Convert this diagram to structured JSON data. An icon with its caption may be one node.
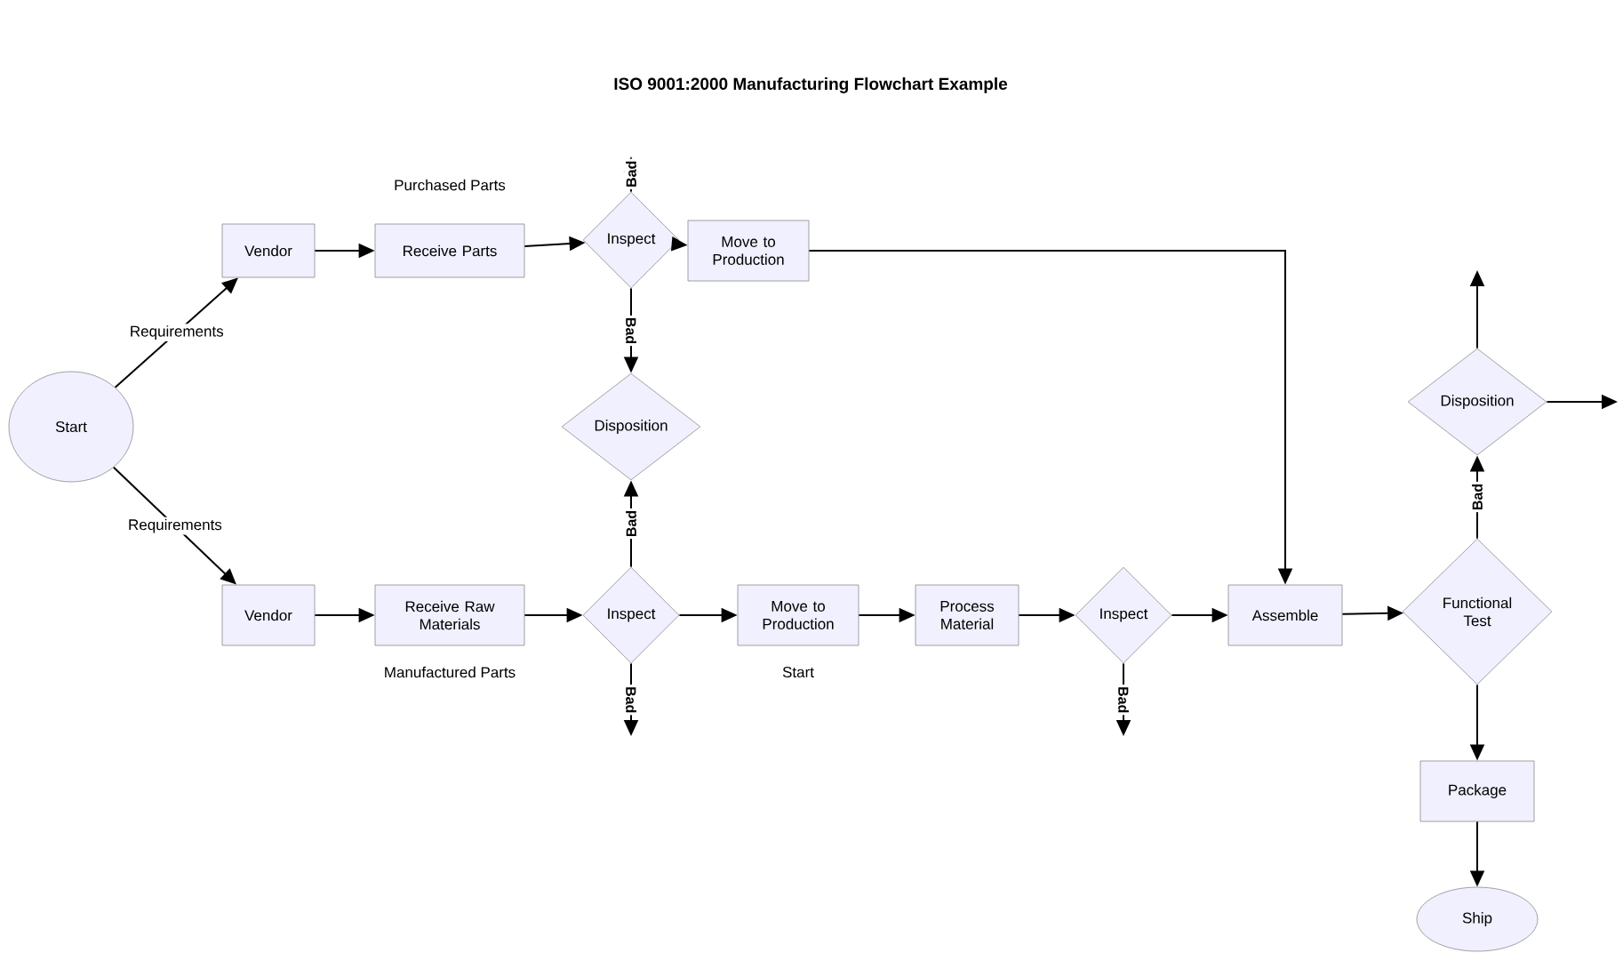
{
  "diagram": {
    "title": "ISO 9001:2000 Manufacturing Flowchart Example",
    "nodes": [
      {
        "text": [
          "Start"
        ]
      },
      {
        "text": [
          "Vendor"
        ]
      },
      {
        "text": [
          "Receive Parts"
        ],
        "beside": [
          "Purchased Parts"
        ]
      },
      {
        "text": [
          "Inspect"
        ]
      },
      {
        "text": [
          "Move to Production"
        ]
      },
      {
        "text": [
          "Disposition"
        ]
      },
      {
        "text": [
          "Vendor"
        ]
      },
      {
        "text": [
          "Receive Raw Materials"
        ],
        "beside": [
          "Manufactured Parts"
        ]
      },
      {
        "text": [
          "Inspect"
        ]
      },
      {
        "text": [
          "Move to Production"
        ],
        "beside": [
          "Start"
        ]
      },
      {
        "text": [
          "Process Material"
        ]
      },
      {
        "text": [
          "Inspect"
        ]
      },
      {
        "text": [
          "Assemble"
        ]
      },
      {
        "text": [
          "Functional Test"
        ]
      },
      {
        "text": [
          "Disposition"
        ]
      },
      {
        "text": [
          "Package"
        ]
      },
      {
        "text": [
          "Ship"
        ]
      }
    ],
    "edges": [
      {
        "from": 0,
        "to": 1,
        "arrow": "to",
        "label": "Requirements"
      },
      {
        "from": 0,
        "to": 6,
        "arrow": "to",
        "label": "Requirements"
      },
      {
        "from": 1,
        "to": 2,
        "arrow": "to"
      },
      {
        "from": 2,
        "to": 3,
        "arrow": "to"
      },
      {
        "from": 3,
        "to": 4,
        "arrow": "to"
      },
      {
        "from": 3,
        "to": null,
        "arrow": "to",
        "label": "Bad"
      },
      {
        "from": 3,
        "to": 5,
        "arrow": "to",
        "label": "Bad"
      },
      {
        "from": 6,
        "to": 7,
        "arrow": "to"
      },
      {
        "from": 7,
        "to": 8,
        "arrow": "to"
      },
      {
        "from": 8,
        "to": 5,
        "arrow": "to",
        "label": "Bad"
      },
      {
        "from": 8,
        "to": 9,
        "arrow": "to"
      },
      {
        "from": 8,
        "to": null,
        "arrow": "to",
        "label": "Bad"
      },
      {
        "from": 9,
        "to": 10,
        "arrow": "to"
      },
      {
        "from": 10,
        "to": 11,
        "arrow": "to"
      },
      {
        "from": 11,
        "to": null,
        "arrow": "to",
        "label": "Bad"
      },
      {
        "from": 11,
        "to": 12,
        "arrow": "to"
      },
      {
        "from": 4,
        "to": 12,
        "arrow": "to"
      },
      {
        "from": 12,
        "to": 13,
        "arrow": "to"
      },
      {
        "from": 13,
        "to": 14,
        "arrow": "to",
        "label": "Bad"
      },
      {
        "from": 14,
        "to": null,
        "arrow": "to"
      },
      {
        "from": 14,
        "to": null,
        "arrow": "to"
      },
      {
        "from": 13,
        "to": 15,
        "arrow": "to"
      },
      {
        "from": 15,
        "to": 16,
        "arrow": "to"
      }
    ]
  }
}
